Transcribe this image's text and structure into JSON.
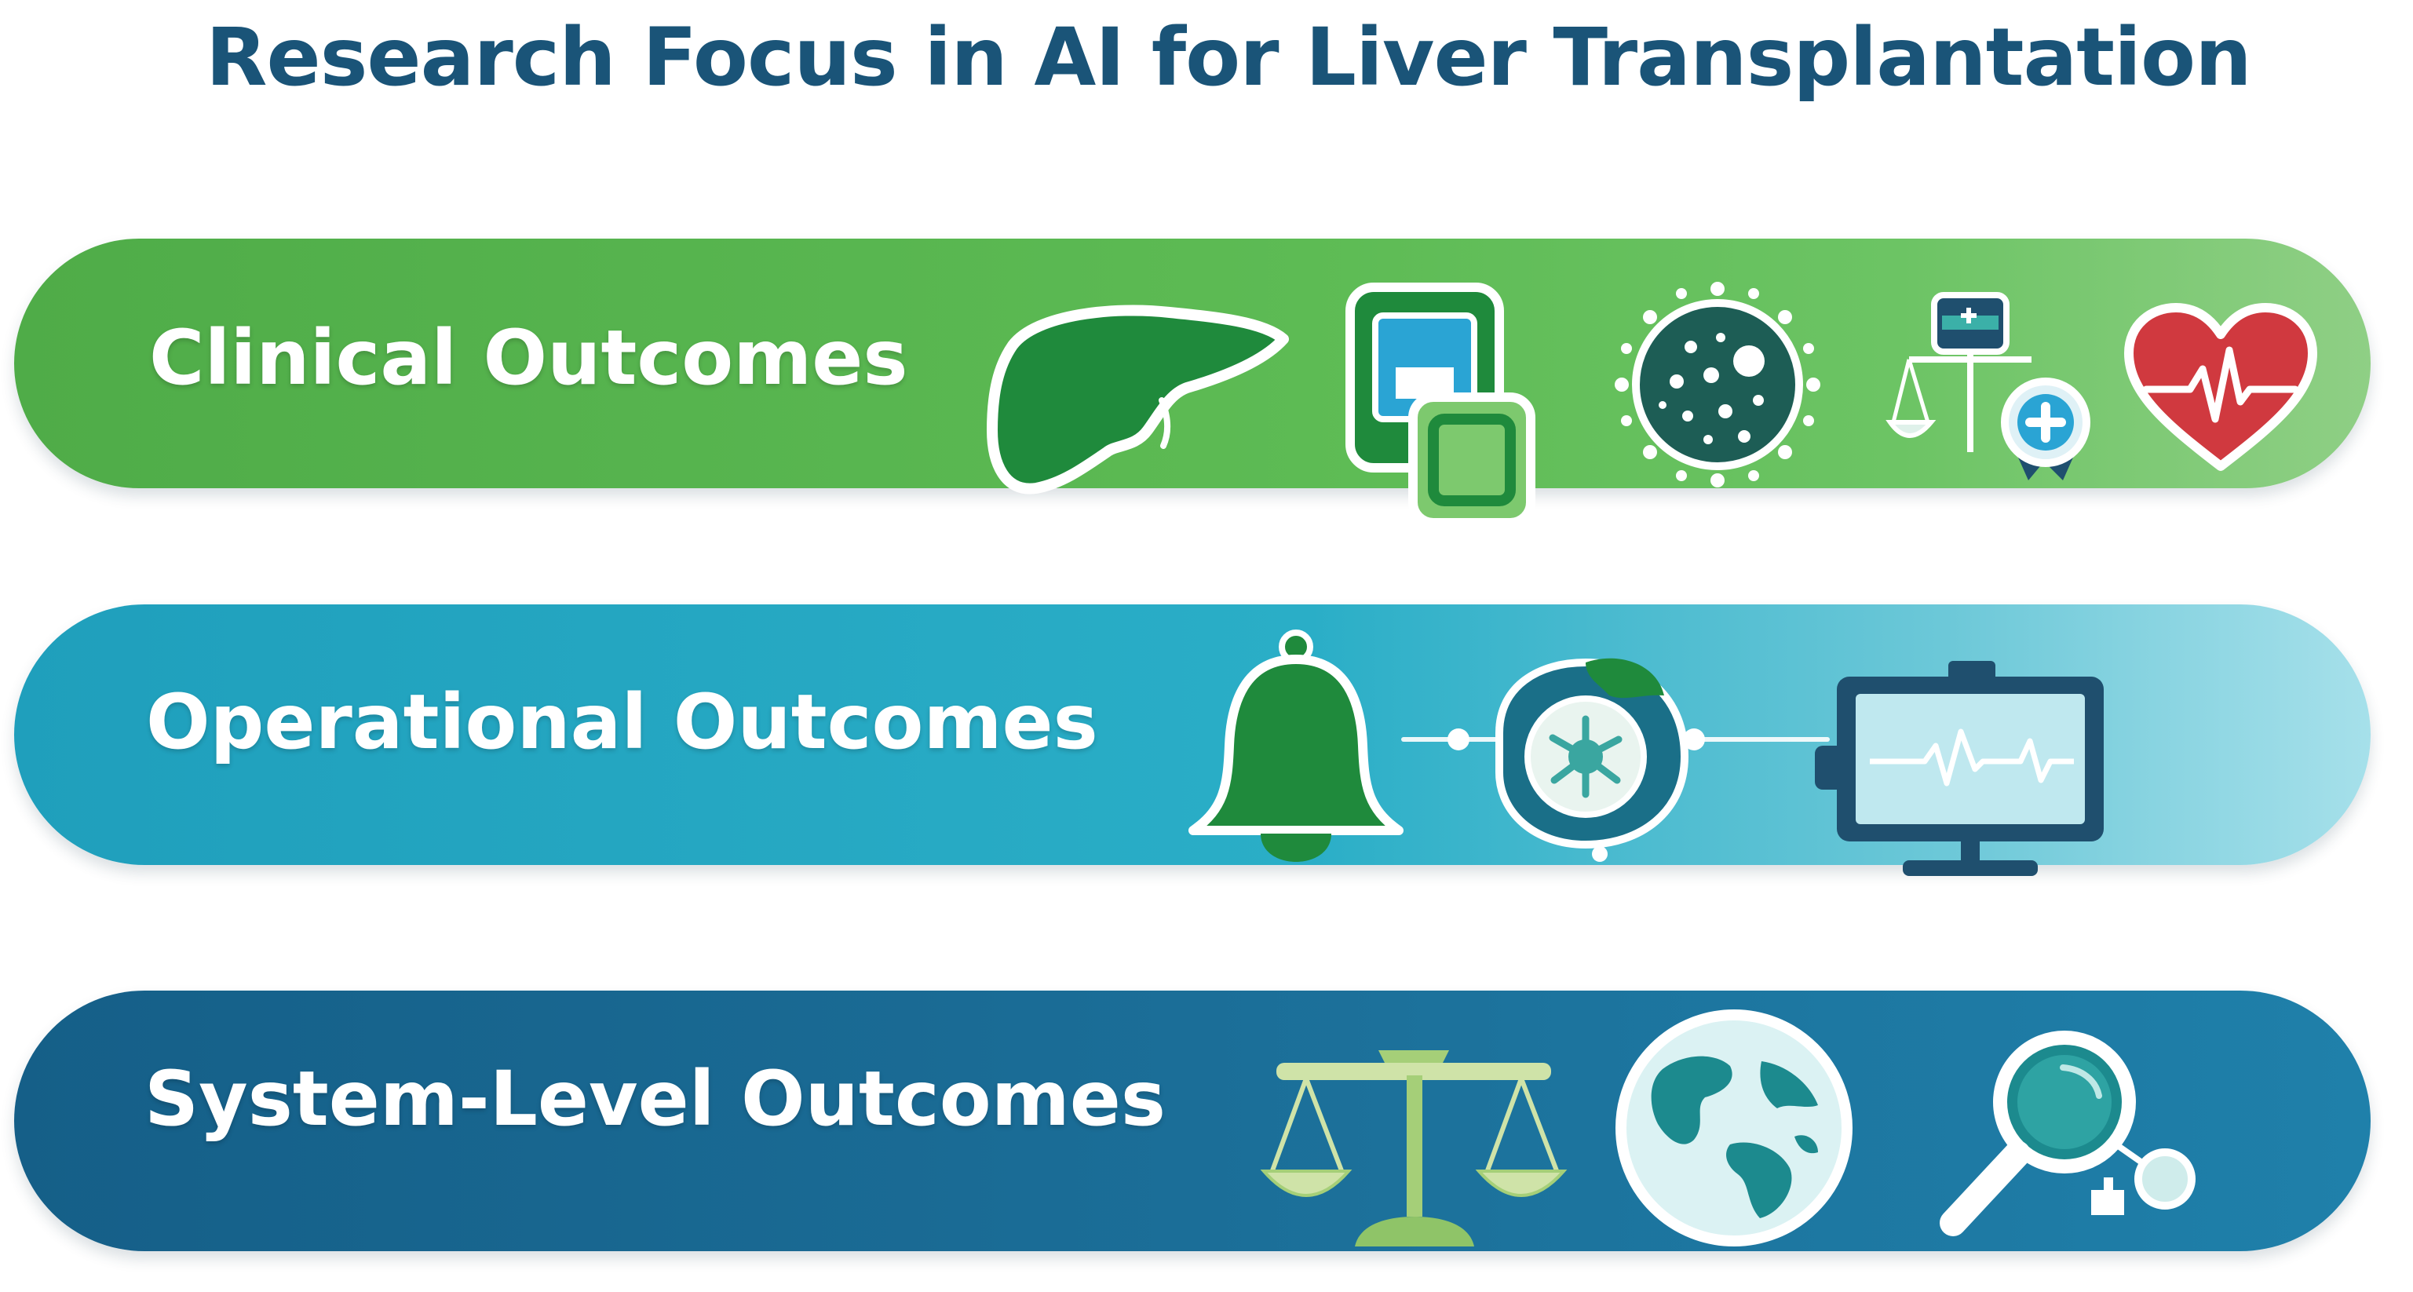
{
  "title": "Research Focus in AI for Liver Transplantation",
  "bands": [
    {
      "label": "Clinical Outcomes",
      "color": "#5bb552",
      "icons": [
        "liver-icon",
        "blood-bag-icon",
        "virus-icon",
        "scales-badge-icon",
        "heart-pulse-icon"
      ]
    },
    {
      "label": "Operational Outcomes",
      "color": "#29aac5",
      "icons": [
        "bell-icon",
        "organ-virus-icon",
        "monitor-pulse-icon"
      ]
    },
    {
      "label": "System-Level Outcomes",
      "color": "#186a94",
      "icons": [
        "justice-scales-icon",
        "globe-icon",
        "magnifier-icon"
      ]
    }
  ],
  "colors": {
    "title": "#1a5478",
    "dark_green": "#1f8a3c",
    "teal_dark": "#1f4f6e",
    "heart_red": "#d0393f"
  }
}
